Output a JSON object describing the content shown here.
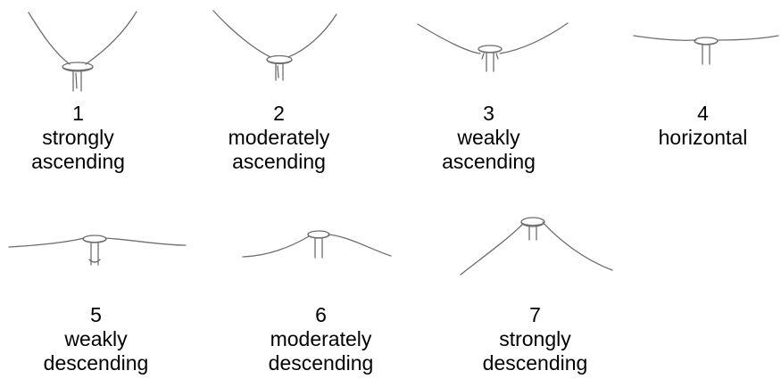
{
  "figure": {
    "items": [
      {
        "number": "1",
        "line1": "strongly",
        "line2": "ascending"
      },
      {
        "number": "2",
        "line1": "moderately",
        "line2": "ascending"
      },
      {
        "number": "3",
        "line1": "weakly",
        "line2": "ascending"
      },
      {
        "number": "4",
        "line1": "horizontal",
        "line2": ""
      },
      {
        "number": "5",
        "line1": "weakly",
        "line2": "descending"
      },
      {
        "number": "6",
        "line1": "moderately",
        "line2": "descending"
      },
      {
        "number": "7",
        "line1": "strongly",
        "line2": "descending"
      }
    ]
  }
}
